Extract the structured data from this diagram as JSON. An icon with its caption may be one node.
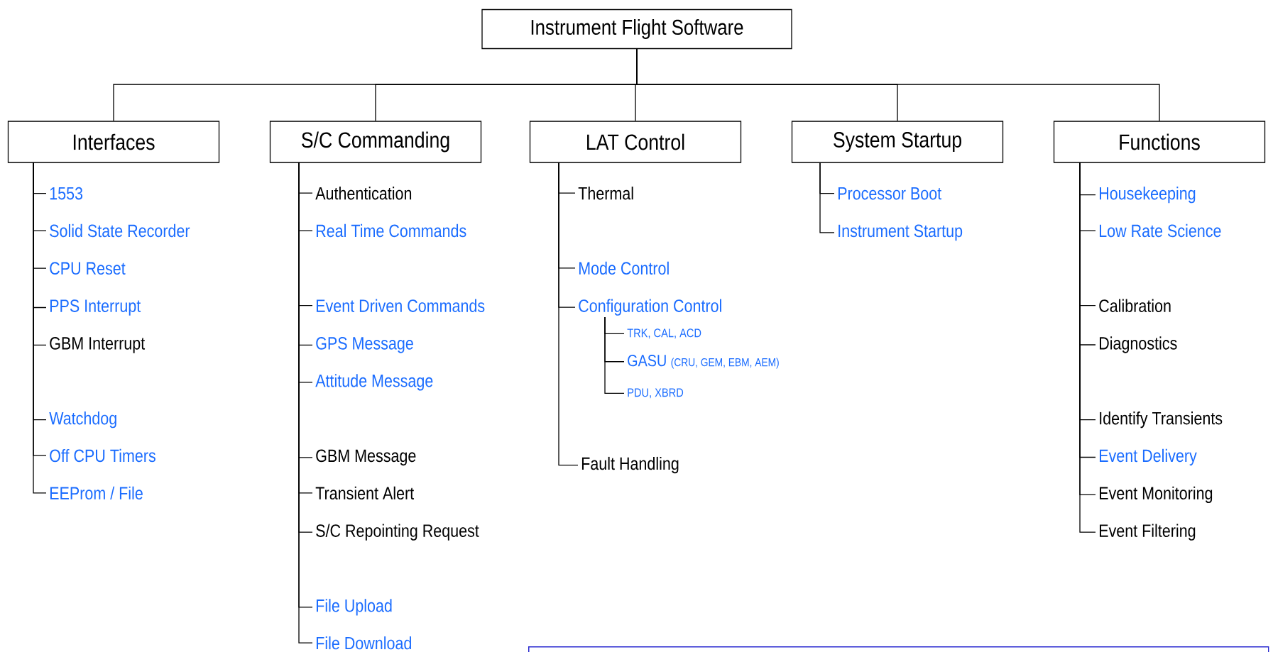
{
  "diagram": {
    "nodes": [
      {
        "text": [
          "Instrument Flight Software"
        ]
      },
      {
        "text": [
          "Interfaces"
        ]
      },
      {
        "text": [
          "S/C Commanding"
        ]
      },
      {
        "text": [
          "LAT Control"
        ]
      },
      {
        "text": [
          "System Startup"
        ]
      },
      {
        "text": [
          "Functions"
        ]
      },
      {
        "text": [
          "1553"
        ]
      },
      {
        "text": [
          "Solid State Recorder"
        ]
      },
      {
        "text": [
          "CPU Reset"
        ]
      },
      {
        "text": [
          "PPS Interrupt"
        ]
      },
      {
        "text": [
          "GBM Interrupt"
        ]
      },
      {
        "text": [
          "Watchdog"
        ]
      },
      {
        "text": [
          "Off CPU Timers"
        ]
      },
      {
        "text": [
          "EEProm / File"
        ]
      },
      {
        "text": [
          "Authentication"
        ]
      },
      {
        "text": [
          "Real Time Commands"
        ]
      },
      {
        "text": [
          "Event Driven Commands"
        ]
      },
      {
        "text": [
          "GPS Message"
        ]
      },
      {
        "text": [
          "Attitude Message"
        ]
      },
      {
        "text": [
          "GBM Message"
        ]
      },
      {
        "text": [
          "Transient Alert"
        ]
      },
      {
        "text": [
          "S/C Repointing Request"
        ]
      },
      {
        "text": [
          "File Upload"
        ]
      },
      {
        "text": [
          "File Download"
        ]
      },
      {
        "text": [
          "Thermal"
        ]
      },
      {
        "text": [
          "Mode Control"
        ]
      },
      {
        "text": [
          "Configuration Control"
        ]
      },
      {
        "text": [
          "TRK, CAL, ACD"
        ]
      },
      {
        "text": [
          "GASU",
          "(CRU, GEM, EBM, AEM)"
        ]
      },
      {
        "text": [
          "PDU, XBRD"
        ]
      },
      {
        "text": [
          "Fault Handling"
        ]
      },
      {
        "text": [
          "Processor Boot"
        ]
      },
      {
        "text": [
          "Instrument Startup"
        ]
      },
      {
        "text": [
          "Housekeeping"
        ]
      },
      {
        "text": [
          "Low Rate Science"
        ]
      },
      {
        "text": [
          "Calibration"
        ]
      },
      {
        "text": [
          "Diagnostics"
        ]
      },
      {
        "text": [
          "Identify Transients"
        ]
      },
      {
        "text": [
          "Event Delivery"
        ]
      },
      {
        "text": [
          "Event Monitoring"
        ]
      },
      {
        "text": [
          "Event Filtering"
        ]
      },
      {
        "text": [],
        "shape": "box"
      }
    ],
    "edges": [
      {
        "from": 0,
        "to": 1,
        "arrow": "none"
      },
      {
        "from": 0,
        "to": 2,
        "arrow": "none"
      },
      {
        "from": 0,
        "to": 3,
        "arrow": "none"
      },
      {
        "from": 0,
        "to": 4,
        "arrow": "none"
      },
      {
        "from": 0,
        "to": 5,
        "arrow": "none"
      },
      {
        "from": 1,
        "to": 6,
        "arrow": "none"
      },
      {
        "from": 1,
        "to": 7,
        "arrow": "none"
      },
      {
        "from": 1,
        "to": 8,
        "arrow": "none"
      },
      {
        "from": 1,
        "to": 9,
        "arrow": "none"
      },
      {
        "from": 1,
        "to": 10,
        "arrow": "none"
      },
      {
        "from": 1,
        "to": 11,
        "arrow": "none"
      },
      {
        "from": 1,
        "to": 12,
        "arrow": "none"
      },
      {
        "from": 1,
        "to": 13,
        "arrow": "none"
      },
      {
        "from": 2,
        "to": 14,
        "arrow": "none"
      },
      {
        "from": 2,
        "to": 15,
        "arrow": "none"
      },
      {
        "from": 2,
        "to": 16,
        "arrow": "none"
      },
      {
        "from": 2,
        "to": 17,
        "arrow": "none"
      },
      {
        "from": 2,
        "to": 18,
        "arrow": "none"
      },
      {
        "from": 2,
        "to": 19,
        "arrow": "none"
      },
      {
        "from": 2,
        "to": 20,
        "arrow": "none"
      },
      {
        "from": 2,
        "to": 21,
        "arrow": "none"
      },
      {
        "from": 2,
        "to": 22,
        "arrow": "none"
      },
      {
        "from": 2,
        "to": 23,
        "arrow": "none"
      },
      {
        "from": 3,
        "to": 24,
        "arrow": "none"
      },
      {
        "from": 3,
        "to": 25,
        "arrow": "none"
      },
      {
        "from": 3,
        "to": 26,
        "arrow": "none"
      },
      {
        "from": 26,
        "to": 27,
        "arrow": "none"
      },
      {
        "from": 26,
        "to": 28,
        "arrow": "none"
      },
      {
        "from": 26,
        "to": 29,
        "arrow": "none"
      },
      {
        "from": 3,
        "to": 30,
        "arrow": "none"
      },
      {
        "from": 4,
        "to": 31,
        "arrow": "none"
      },
      {
        "from": 4,
        "to": 32,
        "arrow": "none"
      },
      {
        "from": 5,
        "to": 33,
        "arrow": "none"
      },
      {
        "from": 5,
        "to": 34,
        "arrow": "none"
      },
      {
        "from": 5,
        "to": 35,
        "arrow": "none"
      },
      {
        "from": 5,
        "to": 36,
        "arrow": "none"
      },
      {
        "from": 5,
        "to": 37,
        "arrow": "none"
      },
      {
        "from": 5,
        "to": 38,
        "arrow": "none"
      },
      {
        "from": 5,
        "to": 39,
        "arrow": "none"
      },
      {
        "from": 5,
        "to": 40,
        "arrow": "none"
      }
    ]
  }
}
